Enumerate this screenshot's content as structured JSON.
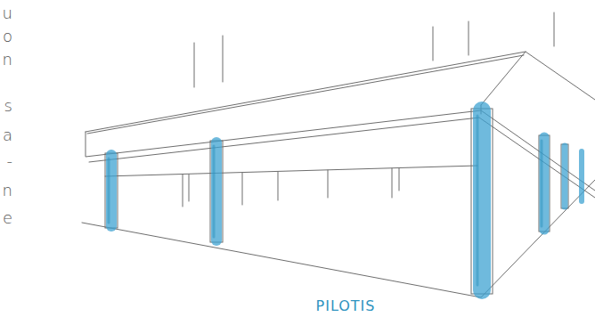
{
  "diagram": {
    "labels": [
      "PILOTIS",
      "u",
      "o",
      "n",
      "s",
      "a",
      "-",
      "n",
      "e"
    ]
  }
}
